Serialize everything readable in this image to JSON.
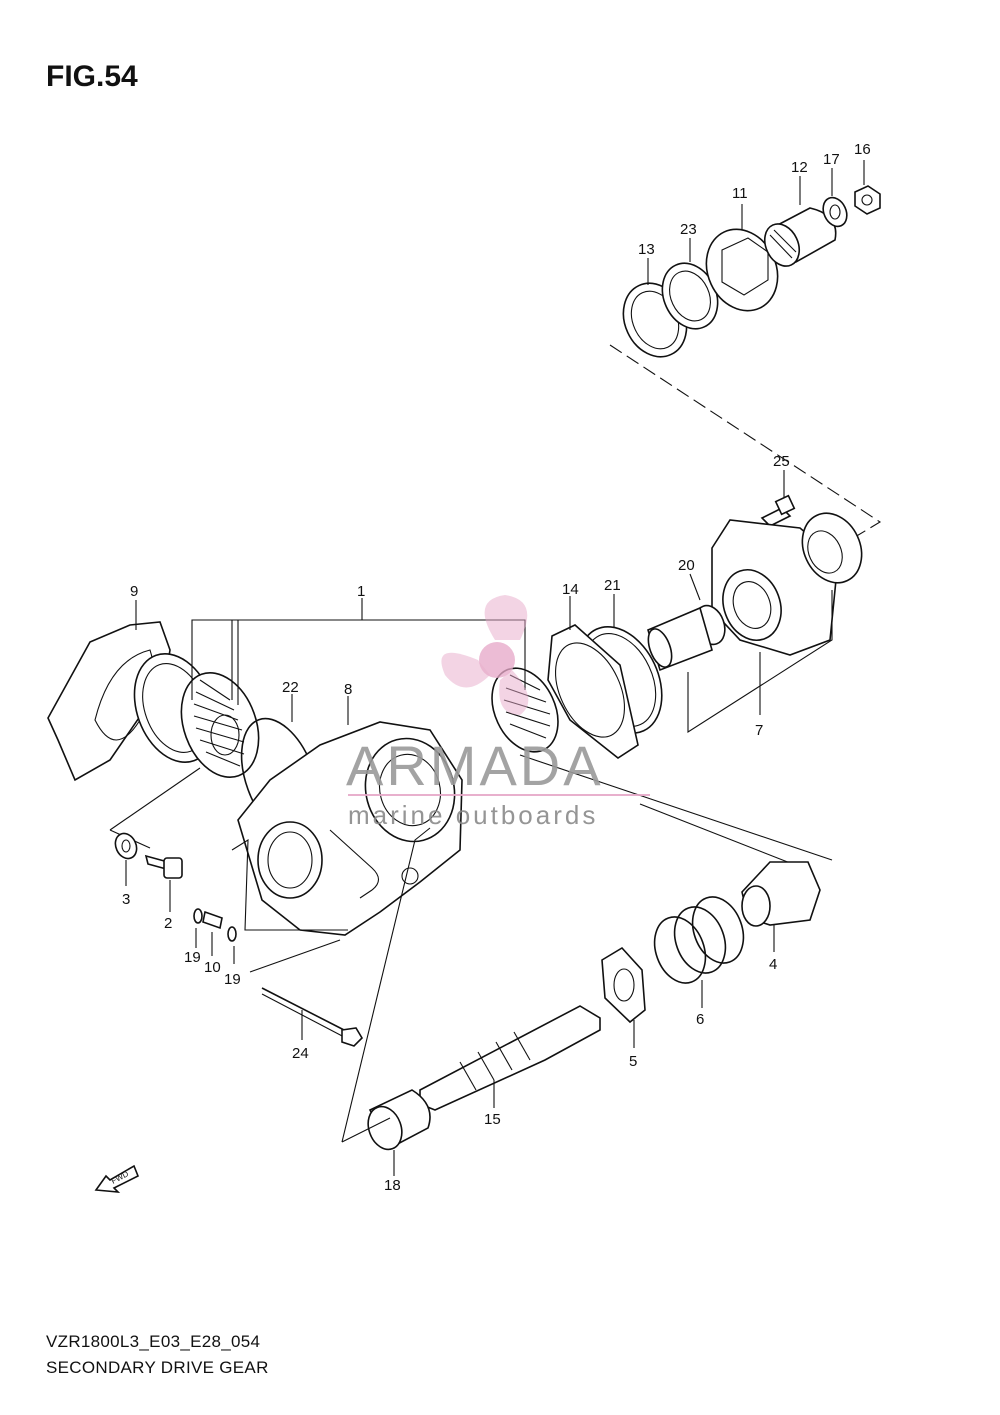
{
  "figure": {
    "title": "FIG.54"
  },
  "caption": {
    "code": "VZR1800L3_E03_E28_054",
    "name": "SECONDARY DRIVE GEAR"
  },
  "watermark": {
    "brand": "ARMADA",
    "tagline": "marine outboards",
    "color": "#e6a8c8"
  },
  "fwd_badge": "FWD",
  "parts": [
    {
      "id": "label-1",
      "text": "1"
    },
    {
      "id": "label-2",
      "text": "2"
    },
    {
      "id": "label-3",
      "text": "3"
    },
    {
      "id": "label-4",
      "text": "4"
    },
    {
      "id": "label-5",
      "text": "5"
    },
    {
      "id": "label-6",
      "text": "6"
    },
    {
      "id": "label-7",
      "text": "7"
    },
    {
      "id": "label-8",
      "text": "8"
    },
    {
      "id": "label-9",
      "text": "9"
    },
    {
      "id": "label-10",
      "text": "10"
    },
    {
      "id": "label-11",
      "text": "11"
    },
    {
      "id": "label-12",
      "text": "12"
    },
    {
      "id": "label-13",
      "text": "13"
    },
    {
      "id": "label-14",
      "text": "14"
    },
    {
      "id": "label-15",
      "text": "15"
    },
    {
      "id": "label-16",
      "text": "16"
    },
    {
      "id": "label-17",
      "text": "17"
    },
    {
      "id": "label-18",
      "text": "18"
    },
    {
      "id": "label-19a",
      "text": "19"
    },
    {
      "id": "label-19b",
      "text": "19"
    },
    {
      "id": "label-20",
      "text": "20"
    },
    {
      "id": "label-21",
      "text": "21"
    },
    {
      "id": "label-22",
      "text": "22"
    },
    {
      "id": "label-23",
      "text": "23"
    },
    {
      "id": "label-24",
      "text": "24"
    },
    {
      "id": "label-25",
      "text": "25"
    }
  ]
}
